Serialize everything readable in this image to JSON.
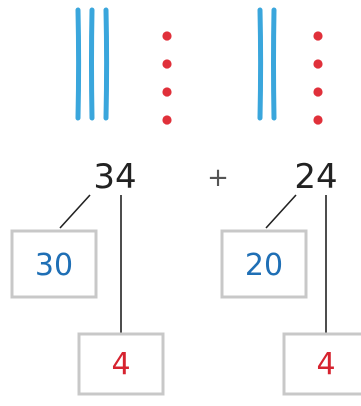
{
  "left_addend": {
    "total": "34",
    "tens": 3,
    "ones": 4,
    "tens_part": "30",
    "ones_part": "4"
  },
  "operator": "+",
  "right_addend": {
    "total": "24",
    "tens": 2,
    "ones": 4,
    "tens_part": "20",
    "ones_part": "4"
  },
  "colors": {
    "ten_stick": "#3aa6dc",
    "one_dot": "#e0303a",
    "tens_text": "#1f6fb5",
    "ones_text": "#d6232f",
    "box_border": "#c8c8c8"
  }
}
